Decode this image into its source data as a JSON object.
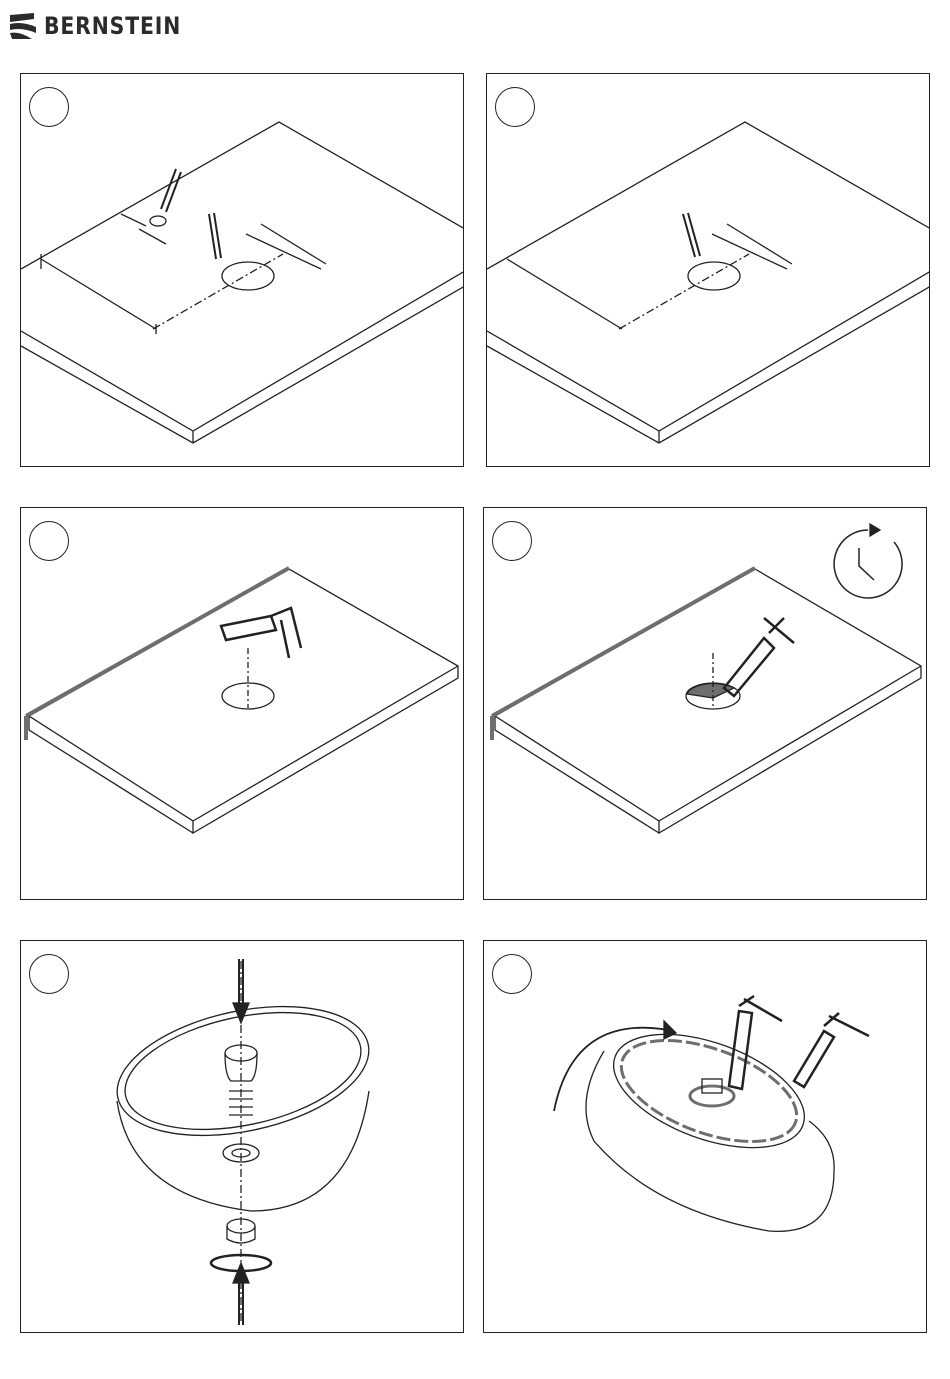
{
  "brand": {
    "name": "BERNSTEIN"
  },
  "steps": [
    {
      "id": "mark-holes-tap-and-drain",
      "step_label": ""
    },
    {
      "id": "mark-drain-hole",
      "step_label": ""
    },
    {
      "id": "apply-silicone-edge",
      "step_label": ""
    },
    {
      "id": "seal-hole-and-wait",
      "step_label": ""
    },
    {
      "id": "install-drain",
      "step_label": ""
    },
    {
      "id": "seal-basin-rim",
      "step_label": ""
    }
  ],
  "colors": {
    "line": "#222222",
    "sealant": "#6e6e6e"
  }
}
